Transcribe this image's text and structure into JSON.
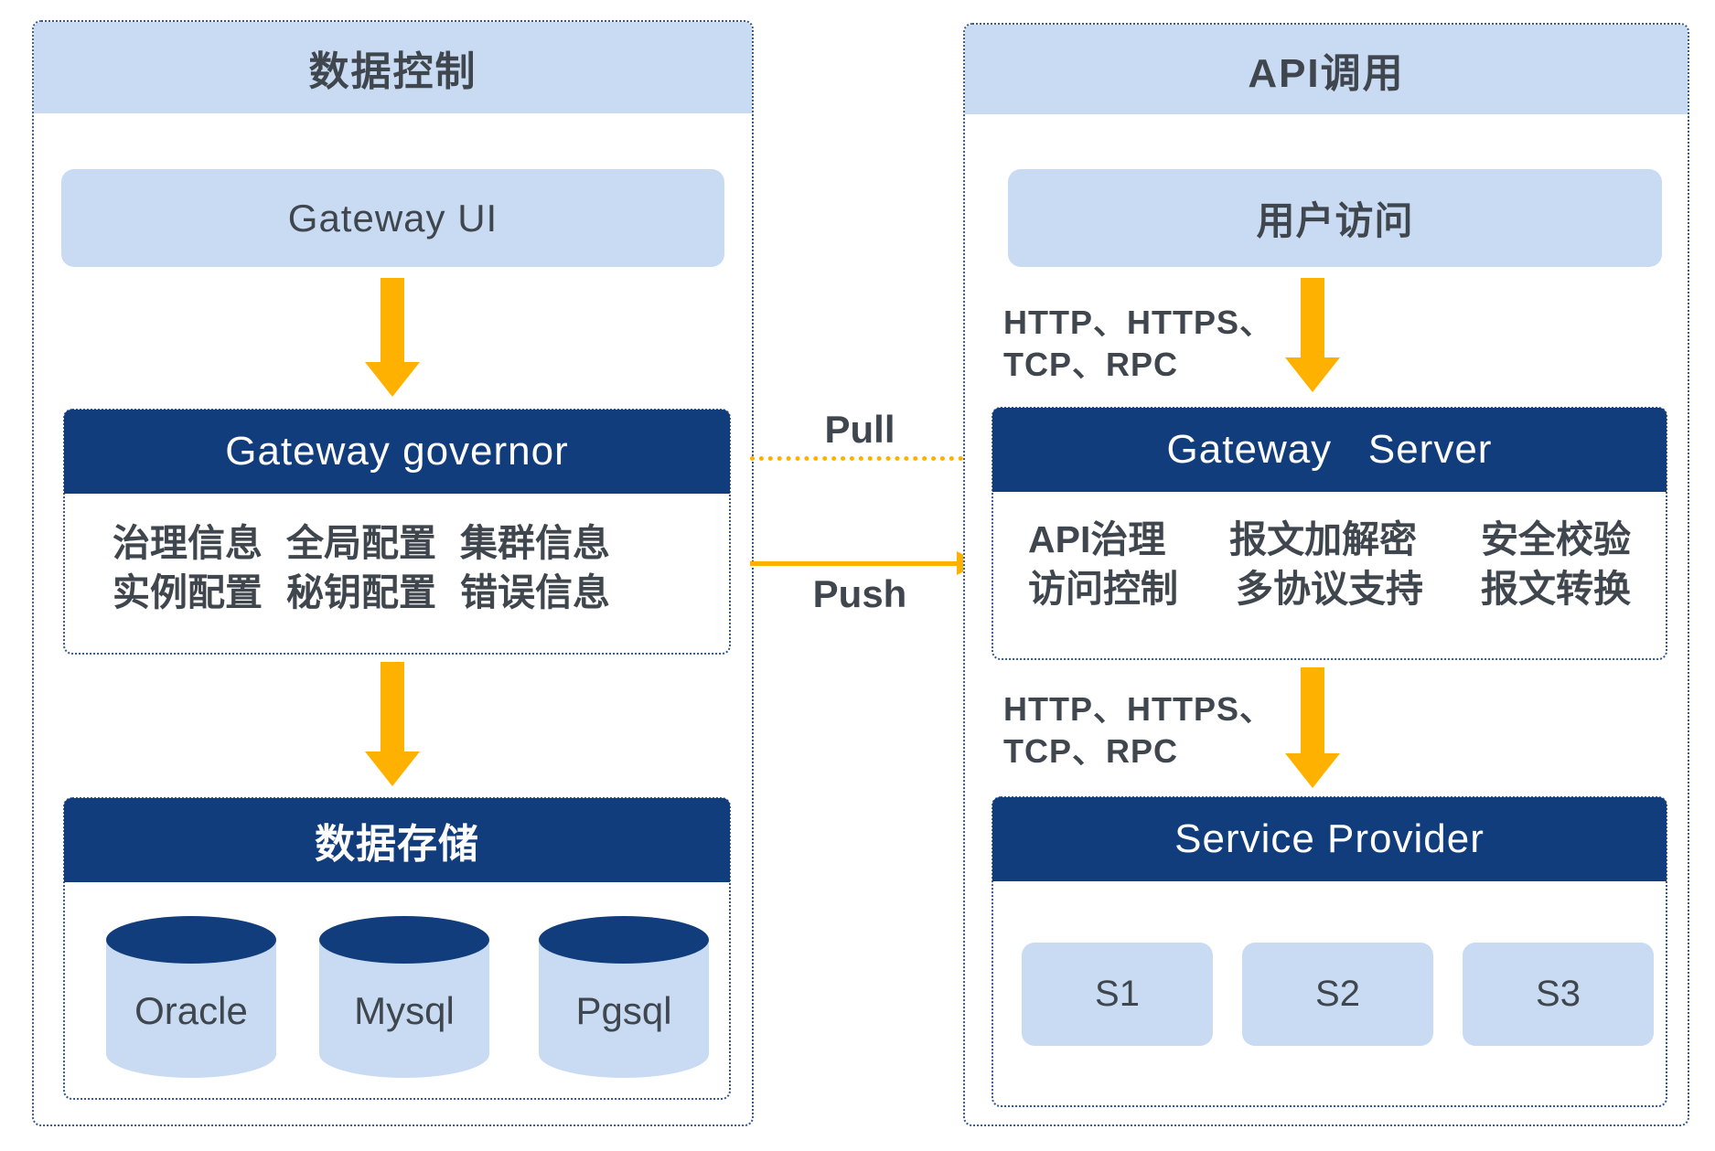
{
  "palette": {
    "navy": "#123d7d",
    "light_blue": "#c9dbf2",
    "orange": "#ffb100",
    "text": "#3f464e",
    "dotted_border": "#35588e"
  },
  "left_panel": {
    "title": "数据控制",
    "gateway_ui_label": "Gateway UI",
    "governor": {
      "title": "Gateway governor",
      "rows": [
        [
          "治理信息",
          "全局配置",
          "集群信息"
        ],
        [
          "实例配置",
          "秘钥配置",
          "错误信息"
        ]
      ]
    },
    "storage": {
      "title": "数据存储",
      "databases": [
        "Oracle",
        "Mysql",
        "Pgsql"
      ]
    }
  },
  "middle": {
    "pull_label": "Pull",
    "push_label": "Push"
  },
  "right_panel": {
    "title": "API调用",
    "user_access_label": "用户访问",
    "protocol_top": {
      "line1": "HTTP、HTTPS、",
      "line2": "TCP、RPC"
    },
    "protocol_bottom": {
      "line1": "HTTP、HTTPS、",
      "line2": "TCP、RPC"
    },
    "server": {
      "title": "Gateway   Server",
      "rows": [
        [
          "API治理",
          "报文加解密",
          "安全校验"
        ],
        [
          "访问控制",
          "多协议支持",
          "报文转换"
        ]
      ]
    },
    "provider": {
      "title": "Service Provider",
      "services": [
        "S1",
        "S2",
        "S3"
      ]
    }
  }
}
